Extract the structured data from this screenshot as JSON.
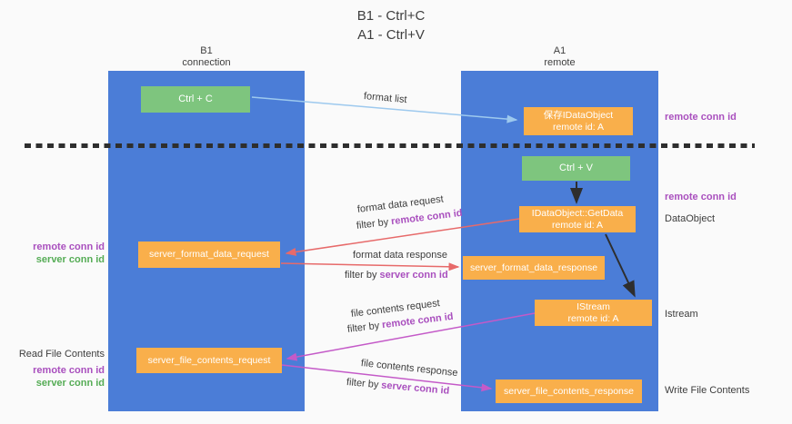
{
  "title": {
    "line1": "B1 - Ctrl+C",
    "line2": "A1 - Ctrl+V"
  },
  "lanes": {
    "left": {
      "title": "B1",
      "subtitle": "connection"
    },
    "right": {
      "title": "A1",
      "subtitle": "remote"
    }
  },
  "nodes": {
    "ctrl_c": {
      "label": "Ctrl + C"
    },
    "save_dataobject": {
      "line1": "保存IDataObject",
      "line2": "remote id: A"
    },
    "ctrl_v": {
      "label": "Ctrl + V"
    },
    "getdata": {
      "line1": "IDataObject::GetData",
      "line2": "remote id: A"
    },
    "format_request": {
      "label": "server_format_data_request"
    },
    "format_response": {
      "label": "server_format_data_response"
    },
    "istream": {
      "line1": "IStream",
      "line2": "remote id: A"
    },
    "file_request": {
      "label": "server_file_contents_request"
    },
    "file_response": {
      "label": "server_file_contents_response"
    }
  },
  "flow_labels": {
    "format_list": "format list",
    "format_data_request": "format data request",
    "format_data_response": "format data response",
    "file_contents_request": "file contents request",
    "file_contents_response": "file contents response",
    "filter_by": "filter by",
    "remote_conn_id": "remote conn id",
    "server_conn_id": "server conn id"
  },
  "side_labels": {
    "remote_conn_id_top_right": "remote conn id",
    "remote_conn_id_mid_right": "remote conn id",
    "dataobject": "DataObject",
    "istream": "Istream",
    "write_file_contents": "Write File Contents",
    "remote_conn_id_left_mid": "remote conn id",
    "server_conn_id_left_mid": "server conn id",
    "read_file_contents": "Read File Contents",
    "remote_conn_id_left_bottom": "remote conn id",
    "server_conn_id_left_bottom": "server conn id"
  },
  "colors": {
    "background": "#fafafa",
    "lane_blue": "#4b7dd7",
    "box_orange": "#f9af4b",
    "box_green": "#7ec57e",
    "arrow_light_blue": "#9dc9ee",
    "arrow_red": "#e76a6a",
    "arrow_magenta": "#c45ac8",
    "arrow_black": "#2e2e2e",
    "conn_id_purple": "#a94fbe",
    "conn_id_green": "#55ac55",
    "text_dark": "#3d3d3d"
  }
}
